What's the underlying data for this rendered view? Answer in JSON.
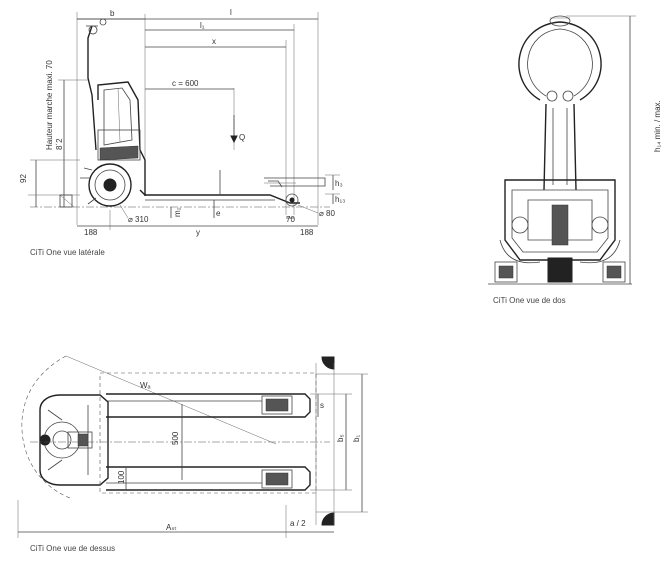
{
  "side_view": {
    "caption": "CiTi One vue latérale",
    "dims": {
      "b": "b",
      "l": "l",
      "l1": "l₁",
      "x": "x",
      "c": "c = 600",
      "Q": "Q",
      "h3": "h₃",
      "h13": "h₁₃",
      "wheel_front": "⌀ 310",
      "wheel_rear": "⌀ 80",
      "m2": "m₂",
      "e": "e",
      "y": "y",
      "d188_left": "188",
      "d70": "70",
      "d188_right": "188",
      "d92": "92",
      "d82": "8´2",
      "hauteur": "Hauteur marche maxi. 70"
    }
  },
  "rear_view": {
    "caption": "CiTi One vue de dos",
    "dims": {
      "h14": "h₁₄ min. / max."
    }
  },
  "top_view": {
    "caption": "CiTi One vue de dessus",
    "dims": {
      "Wa": "Wₐ",
      "d500": "500",
      "d100": "100",
      "s": "s",
      "b5": "b₅",
      "b1": "b₁",
      "Ast": "Aₛₜ",
      "a2": "a / 2"
    }
  }
}
